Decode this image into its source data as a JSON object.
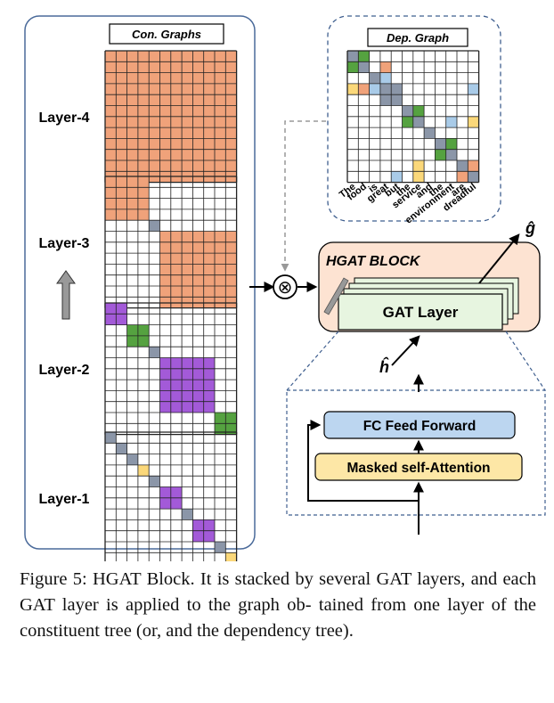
{
  "con_graphs": {
    "title": "Con. Graphs",
    "layers": [
      {
        "label": "Layer-4",
        "blocks": [
          {
            "start": 0,
            "end": 11,
            "color": "orange"
          }
        ]
      },
      {
        "label": "Layer-3",
        "blocks": [
          {
            "start": 0,
            "end": 3,
            "color": "orange"
          },
          {
            "start": 4,
            "end": 4,
            "color": "gray"
          },
          {
            "start": 5,
            "end": 11,
            "color": "orange"
          }
        ]
      },
      {
        "label": "Layer-2",
        "blocks": [
          {
            "start": 0,
            "end": 1,
            "color": "purple"
          },
          {
            "start": 2,
            "end": 3,
            "color": "green"
          },
          {
            "start": 4,
            "end": 4,
            "color": "gray"
          },
          {
            "start": 5,
            "end": 9,
            "color": "purple"
          },
          {
            "start": 10,
            "end": 11,
            "color": "green"
          }
        ]
      },
      {
        "label": "Layer-1",
        "blocks": [
          {
            "start": 0,
            "end": 0,
            "color": "gray"
          },
          {
            "start": 1,
            "end": 1,
            "color": "gray"
          },
          {
            "start": 2,
            "end": 2,
            "color": "gray"
          },
          {
            "start": 3,
            "end": 3,
            "color": "yellow"
          },
          {
            "start": 4,
            "end": 4,
            "color": "gray"
          },
          {
            "start": 5,
            "end": 6,
            "color": "purple"
          },
          {
            "start": 7,
            "end": 7,
            "color": "gray"
          },
          {
            "start": 8,
            "end": 9,
            "color": "purple"
          },
          {
            "start": 10,
            "end": 10,
            "color": "gray"
          },
          {
            "start": 11,
            "end": 11,
            "color": "yellow"
          }
        ]
      }
    ]
  },
  "dep_graph": {
    "title": "Dep. Graph",
    "words": [
      "The",
      "food",
      "is",
      "great",
      "but",
      "the",
      "service",
      "and",
      "the",
      "environment",
      "are",
      "dreadful"
    ],
    "cells": [
      {
        "r": 0,
        "c": 0,
        "color": "gray"
      },
      {
        "r": 0,
        "c": 1,
        "color": "green"
      },
      {
        "r": 1,
        "c": 0,
        "color": "green"
      },
      {
        "r": 1,
        "c": 1,
        "color": "gray"
      },
      {
        "r": 1,
        "c": 3,
        "color": "orange"
      },
      {
        "r": 2,
        "c": 2,
        "color": "gray"
      },
      {
        "r": 2,
        "c": 3,
        "color": "blue"
      },
      {
        "r": 3,
        "c": 0,
        "color": "yellow"
      },
      {
        "r": 3,
        "c": 1,
        "color": "orange"
      },
      {
        "r": 3,
        "c": 2,
        "color": "blue"
      },
      {
        "r": 3,
        "c": 3,
        "color": "gray"
      },
      {
        "r": 3,
        "c": 4,
        "color": "gray"
      },
      {
        "r": 3,
        "c": 11,
        "color": "blue"
      },
      {
        "r": 4,
        "c": 3,
        "color": "gray"
      },
      {
        "r": 4,
        "c": 4,
        "color": "gray"
      },
      {
        "r": 5,
        "c": 5,
        "color": "gray"
      },
      {
        "r": 5,
        "c": 6,
        "color": "green"
      },
      {
        "r": 6,
        "c": 5,
        "color": "green"
      },
      {
        "r": 6,
        "c": 6,
        "color": "gray"
      },
      {
        "r": 6,
        "c": 9,
        "color": "blue"
      },
      {
        "r": 6,
        "c": 11,
        "color": "yellow"
      },
      {
        "r": 7,
        "c": 7,
        "color": "gray"
      },
      {
        "r": 8,
        "c": 8,
        "color": "gray"
      },
      {
        "r": 8,
        "c": 9,
        "color": "green"
      },
      {
        "r": 9,
        "c": 8,
        "color": "green"
      },
      {
        "r": 9,
        "c": 9,
        "color": "gray"
      },
      {
        "r": 10,
        "c": 6,
        "color": "yellow"
      },
      {
        "r": 10,
        "c": 10,
        "color": "gray"
      },
      {
        "r": 10,
        "c": 11,
        "color": "orange"
      },
      {
        "r": 11,
        "c": 4,
        "color": "blue"
      },
      {
        "r": 11,
        "c": 6,
        "color": "yellow"
      },
      {
        "r": 11,
        "c": 10,
        "color": "orange"
      },
      {
        "r": 11,
        "c": 11,
        "color": "gray"
      }
    ]
  },
  "hgat": {
    "block_label": "HGAT BLOCK",
    "gat_layer": "GAT Layer",
    "output_symbol": "ĝ",
    "input_symbol": "ĥ",
    "fc": "FC Feed Forward",
    "attention": "Masked self-Attention",
    "combine_symbol": "⊗"
  },
  "colors": {
    "orange": "#f0a27a",
    "purple": "#a35ad8",
    "green": "#55a240",
    "gray": "#8b96a8",
    "yellow": "#fbd87a",
    "blue": "#a9cbe8",
    "panel_border": "#4a6a9a",
    "dashed": "#3f5f8f",
    "hgat_fill": "#fde3d2",
    "gat_fill": "#e7f5e0",
    "fc_fill": "#bcd6f0",
    "attn_fill": "#fde7a6"
  },
  "caption": {
    "lines": [
      "Figure 5: HGAT Block. It is stacked by several GAT",
      "layers, and each GAT layer is applied to the graph ob-",
      "tained from one layer of the constituent tree (or, and the",
      "dependency tree)."
    ]
  }
}
